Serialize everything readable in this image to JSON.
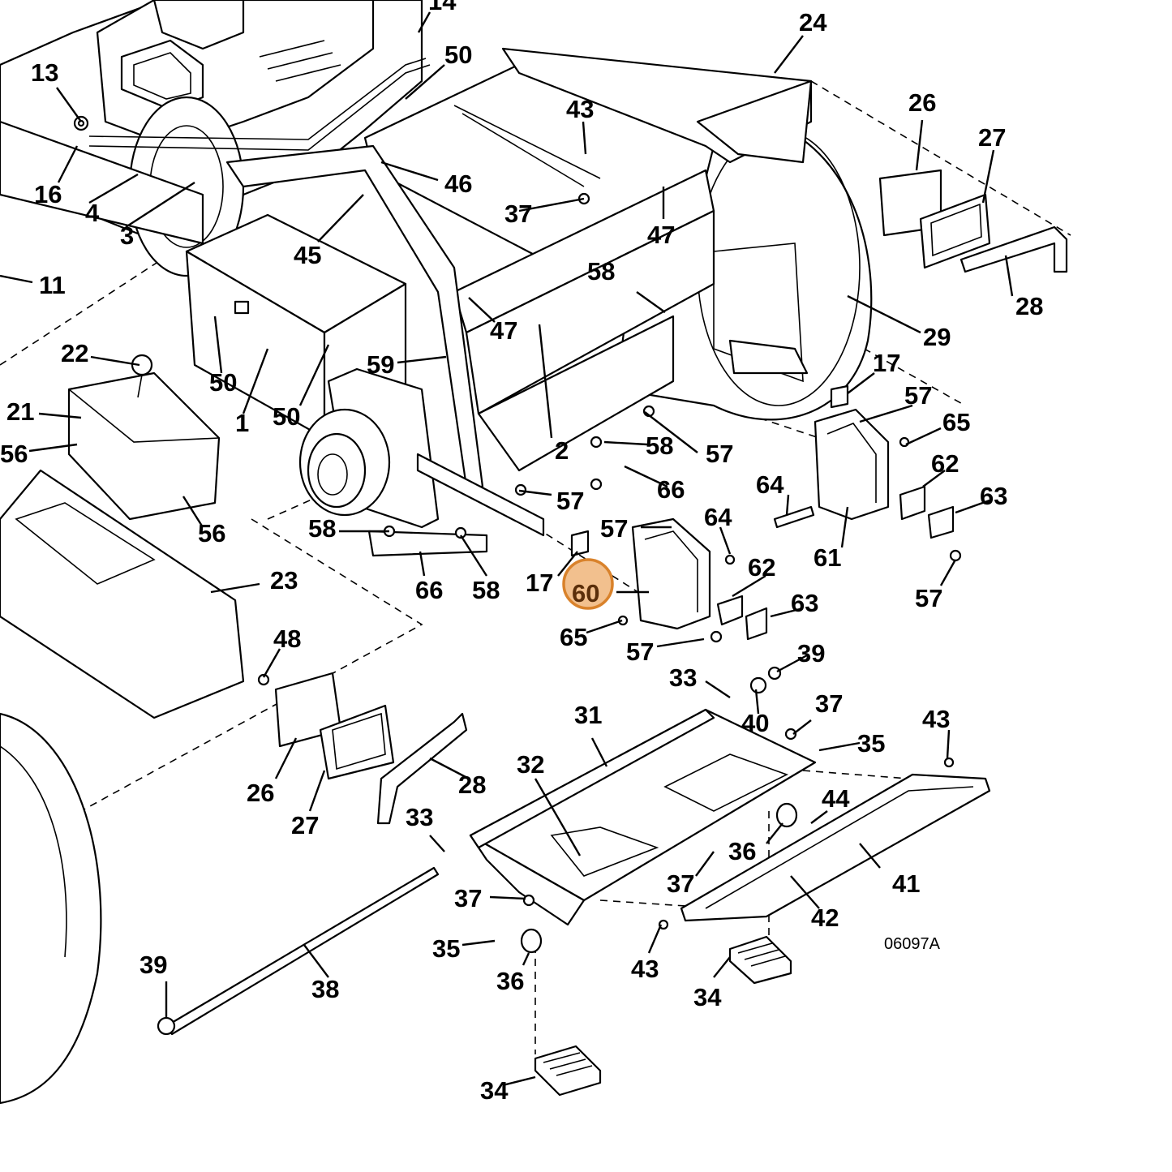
{
  "drawing_code": "06097A",
  "highlight_color": "#f2c08e",
  "highlight_ring_color": "#d9822b",
  "callouts": [
    {
      "id": "c13",
      "text": "13"
    },
    {
      "id": "c14",
      "text": "14"
    },
    {
      "id": "c50a",
      "text": "50"
    },
    {
      "id": "c24",
      "text": "24"
    },
    {
      "id": "c43a",
      "text": "43"
    },
    {
      "id": "c26a",
      "text": "26"
    },
    {
      "id": "c27a",
      "text": "27"
    },
    {
      "id": "c16",
      "text": "16"
    },
    {
      "id": "c4",
      "text": "4"
    },
    {
      "id": "c3",
      "text": "3"
    },
    {
      "id": "c46",
      "text": "46"
    },
    {
      "id": "c37a",
      "text": "37"
    },
    {
      "id": "c47a",
      "text": "47"
    },
    {
      "id": "c45",
      "text": "45"
    },
    {
      "id": "c28a",
      "text": "28"
    },
    {
      "id": "c11",
      "text": "11"
    },
    {
      "id": "c58a",
      "text": "58"
    },
    {
      "id": "c47b",
      "text": "47"
    },
    {
      "id": "c29",
      "text": "29"
    },
    {
      "id": "c22",
      "text": "22"
    },
    {
      "id": "c59",
      "text": "59"
    },
    {
      "id": "c17a",
      "text": "17"
    },
    {
      "id": "c50b",
      "text": "50"
    },
    {
      "id": "c1",
      "text": "1"
    },
    {
      "id": "c50c",
      "text": "50"
    },
    {
      "id": "c57a",
      "text": "57"
    },
    {
      "id": "c21",
      "text": "21"
    },
    {
      "id": "c65a",
      "text": "65"
    },
    {
      "id": "c58b",
      "text": "58"
    },
    {
      "id": "c2",
      "text": "2"
    },
    {
      "id": "c57b",
      "text": "57"
    },
    {
      "id": "c56a",
      "text": "56"
    },
    {
      "id": "c62a",
      "text": "62"
    },
    {
      "id": "c64a",
      "text": "64"
    },
    {
      "id": "c66a",
      "text": "66"
    },
    {
      "id": "c63a",
      "text": "63"
    },
    {
      "id": "c57c",
      "text": "57"
    },
    {
      "id": "c56b",
      "text": "56"
    },
    {
      "id": "c64b",
      "text": "64"
    },
    {
      "id": "c61",
      "text": "61"
    },
    {
      "id": "c58c",
      "text": "58"
    },
    {
      "id": "c57d",
      "text": "57"
    },
    {
      "id": "c62b",
      "text": "62"
    },
    {
      "id": "c57e",
      "text": "57"
    },
    {
      "id": "c23",
      "text": "23"
    },
    {
      "id": "c66b",
      "text": "66"
    },
    {
      "id": "c58d",
      "text": "58"
    },
    {
      "id": "c17b",
      "text": "17"
    },
    {
      "id": "c60",
      "text": "60"
    },
    {
      "id": "c63b",
      "text": "63"
    },
    {
      "id": "c65b",
      "text": "65"
    },
    {
      "id": "c48",
      "text": "48"
    },
    {
      "id": "c57f",
      "text": "57"
    },
    {
      "id": "c39a",
      "text": "39"
    },
    {
      "id": "c33a",
      "text": "33"
    },
    {
      "id": "c40",
      "text": "40"
    },
    {
      "id": "c31",
      "text": "31"
    },
    {
      "id": "c37b",
      "text": "37"
    },
    {
      "id": "c43b",
      "text": "43"
    },
    {
      "id": "c35a",
      "text": "35"
    },
    {
      "id": "c32",
      "text": "32"
    },
    {
      "id": "c26b",
      "text": "26"
    },
    {
      "id": "c28b",
      "text": "28"
    },
    {
      "id": "c44",
      "text": "44"
    },
    {
      "id": "c27b",
      "text": "27"
    },
    {
      "id": "c33b",
      "text": "33"
    },
    {
      "id": "c36a",
      "text": "36"
    },
    {
      "id": "c37c",
      "text": "37"
    },
    {
      "id": "c41",
      "text": "41"
    },
    {
      "id": "c37d",
      "text": "37"
    },
    {
      "id": "c42",
      "text": "42"
    },
    {
      "id": "c35b",
      "text": "35"
    },
    {
      "id": "c43c",
      "text": "43"
    },
    {
      "id": "c36b",
      "text": "36"
    },
    {
      "id": "c39b",
      "text": "39"
    },
    {
      "id": "c38",
      "text": "38"
    },
    {
      "id": "c34a",
      "text": "34"
    },
    {
      "id": "c34b",
      "text": "34"
    }
  ]
}
